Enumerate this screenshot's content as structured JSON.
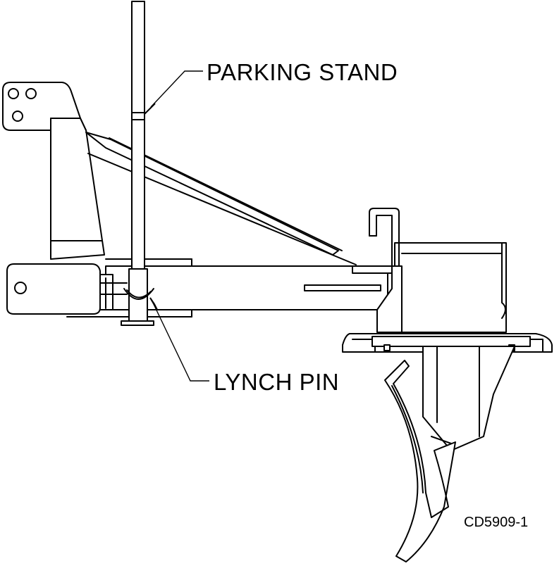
{
  "labels": {
    "parking_stand": "PARKING STAND",
    "lynch_pin": "LYNCH PIN",
    "figure_id": "CD5909-1"
  },
  "colors": {
    "line": "#000000",
    "background": "#ffffff"
  }
}
